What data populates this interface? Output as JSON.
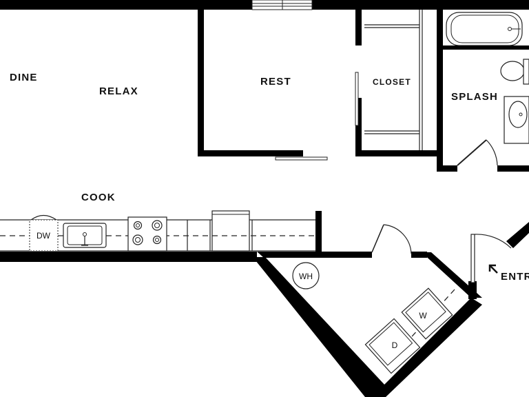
{
  "rooms": {
    "dine": "DINE",
    "relax": "RELAX",
    "rest": "REST",
    "closet": "CLOSET",
    "splash": "SPLASH",
    "cook": "COOK",
    "entry": "ENTRY"
  },
  "fixtures": {
    "dishwasher": "DW",
    "water_heater": "WH",
    "washer": "W",
    "dryer": "D"
  },
  "colors": {
    "wall": "#000000",
    "line": "#222222",
    "background": "#ffffff"
  }
}
